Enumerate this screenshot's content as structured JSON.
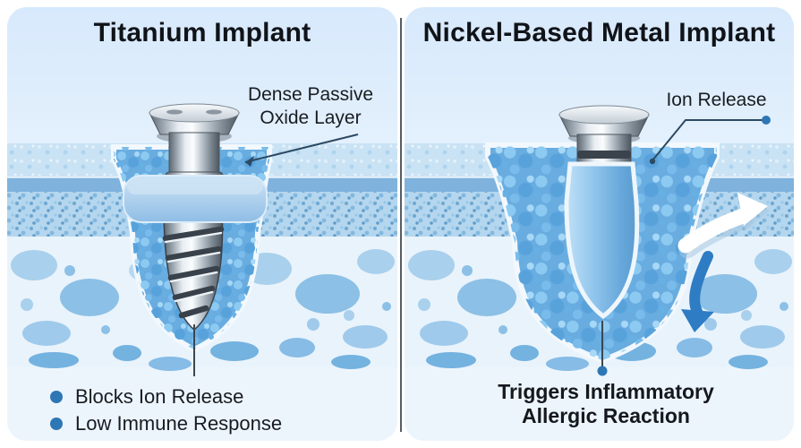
{
  "left_panel": {
    "title": "Titanium Implant",
    "oxide_label": "Dense Passive Oxide Layer",
    "bullets": [
      "Blocks Ion Release",
      "Low Immune Response"
    ]
  },
  "right_panel": {
    "title": "Nickel-Based Metal Implant",
    "ion_label": "Ion Release",
    "warning": "Triggers Inflammatory Allergic Reaction"
  },
  "colors": {
    "bullet_dot": "#2e77b5",
    "leader_line": "#2c4a63",
    "inflammation_arrow": "#2e7cc3",
    "ion_arrow": "#ffffff",
    "tissue_band": "#7fb2dd",
    "granule_base": "#68ace0",
    "oxide_collar": "#a6cbe9",
    "panel_top": "#d7e9fc",
    "divider": "#565d66"
  }
}
